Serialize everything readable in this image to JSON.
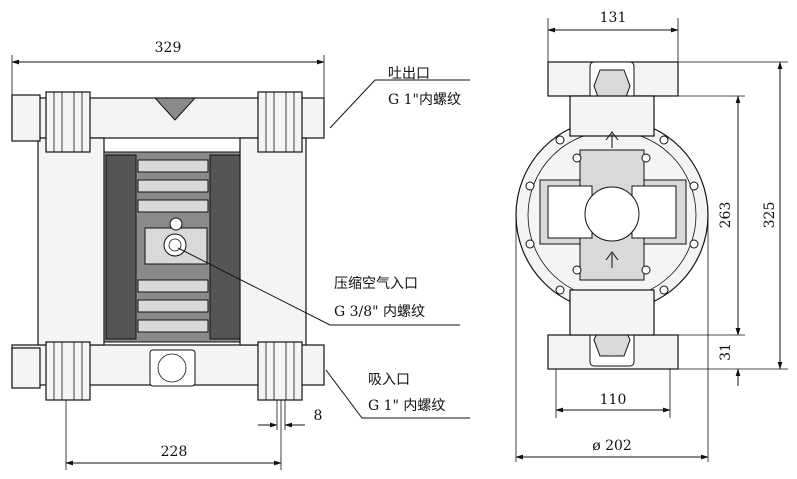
{
  "front_view": {
    "dim_overall_width": "329",
    "dim_port_spacing": "228",
    "dim_small_offset": "8",
    "outlet_label": "吐出口",
    "outlet_thread": "G 1\"内螺纹",
    "air_inlet_label": "压缩空气入口",
    "air_inlet_thread": "G 3/8\" 内螺纹",
    "inlet_label": "吸入口",
    "inlet_thread": "G 1\" 内螺纹"
  },
  "side_view": {
    "dim_top_width": "131",
    "dim_height_263": "263",
    "dim_height_325": "325",
    "dim_bottom_31": "31",
    "dim_base_110": "110",
    "dim_diameter": "ø 202"
  }
}
